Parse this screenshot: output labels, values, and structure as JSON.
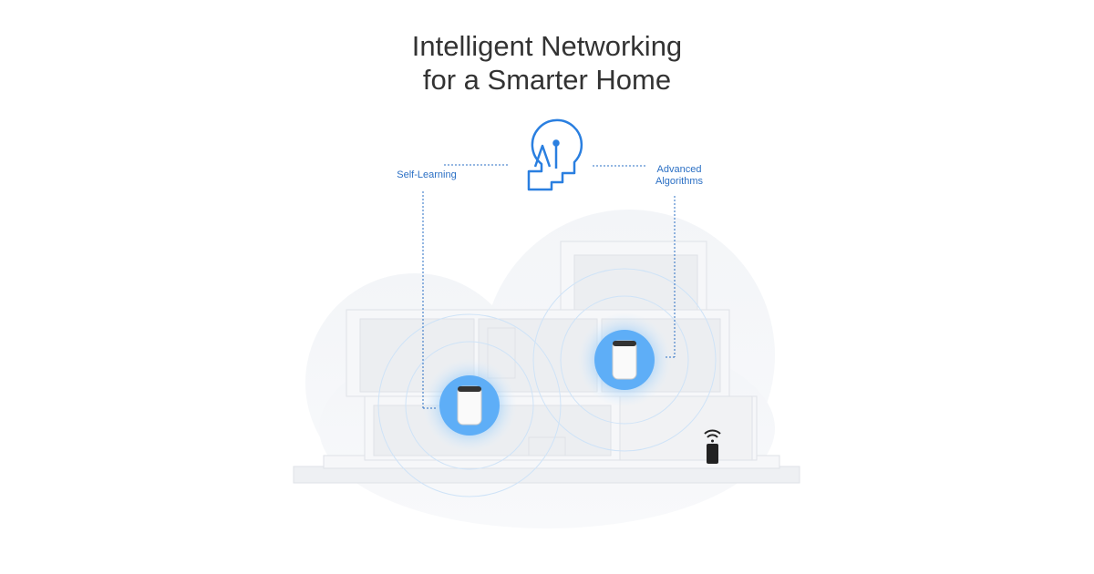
{
  "headline": {
    "line1": "Intelligent Networking",
    "line2": "for a Smarter Home"
  },
  "labels": {
    "self_learning": "Self-Learning",
    "advanced_line1": "Advanced",
    "advanced_line2": "Algorithms"
  },
  "colors": {
    "accent": "#2a6fc4",
    "glow": "#4aa3f5"
  }
}
